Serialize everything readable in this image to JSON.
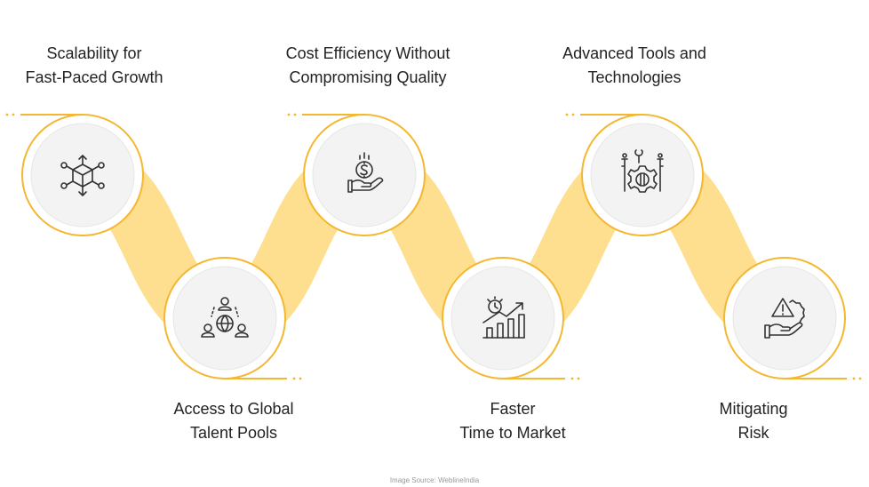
{
  "colors": {
    "ribbon": "#FDDF8F",
    "ring": "#F4B731",
    "disc": "#F3F3F3",
    "icon": "#333333",
    "text": "#222222"
  },
  "steps": [
    {
      "line1": "Scalability for",
      "line2": "Fast-Paced Growth",
      "icon": "cube-network-icon"
    },
    {
      "line1": "Access to Global",
      "line2": "Talent Pools",
      "icon": "global-talent-icon"
    },
    {
      "line1": "Cost Efficiency Without",
      "line2": "Compromising Quality",
      "icon": "coin-hand-icon"
    },
    {
      "line1": "Faster",
      "line2": "Time to Market",
      "icon": "growth-chart-icon"
    },
    {
      "line1": "Advanced Tools and",
      "line2": "Technologies",
      "icon": "gear-tools-icon"
    },
    {
      "line1": "Mitigating",
      "line2": "Risk",
      "icon": "risk-hand-icon"
    }
  ],
  "footer": {
    "source": "Image Source: WeblineIndia"
  }
}
